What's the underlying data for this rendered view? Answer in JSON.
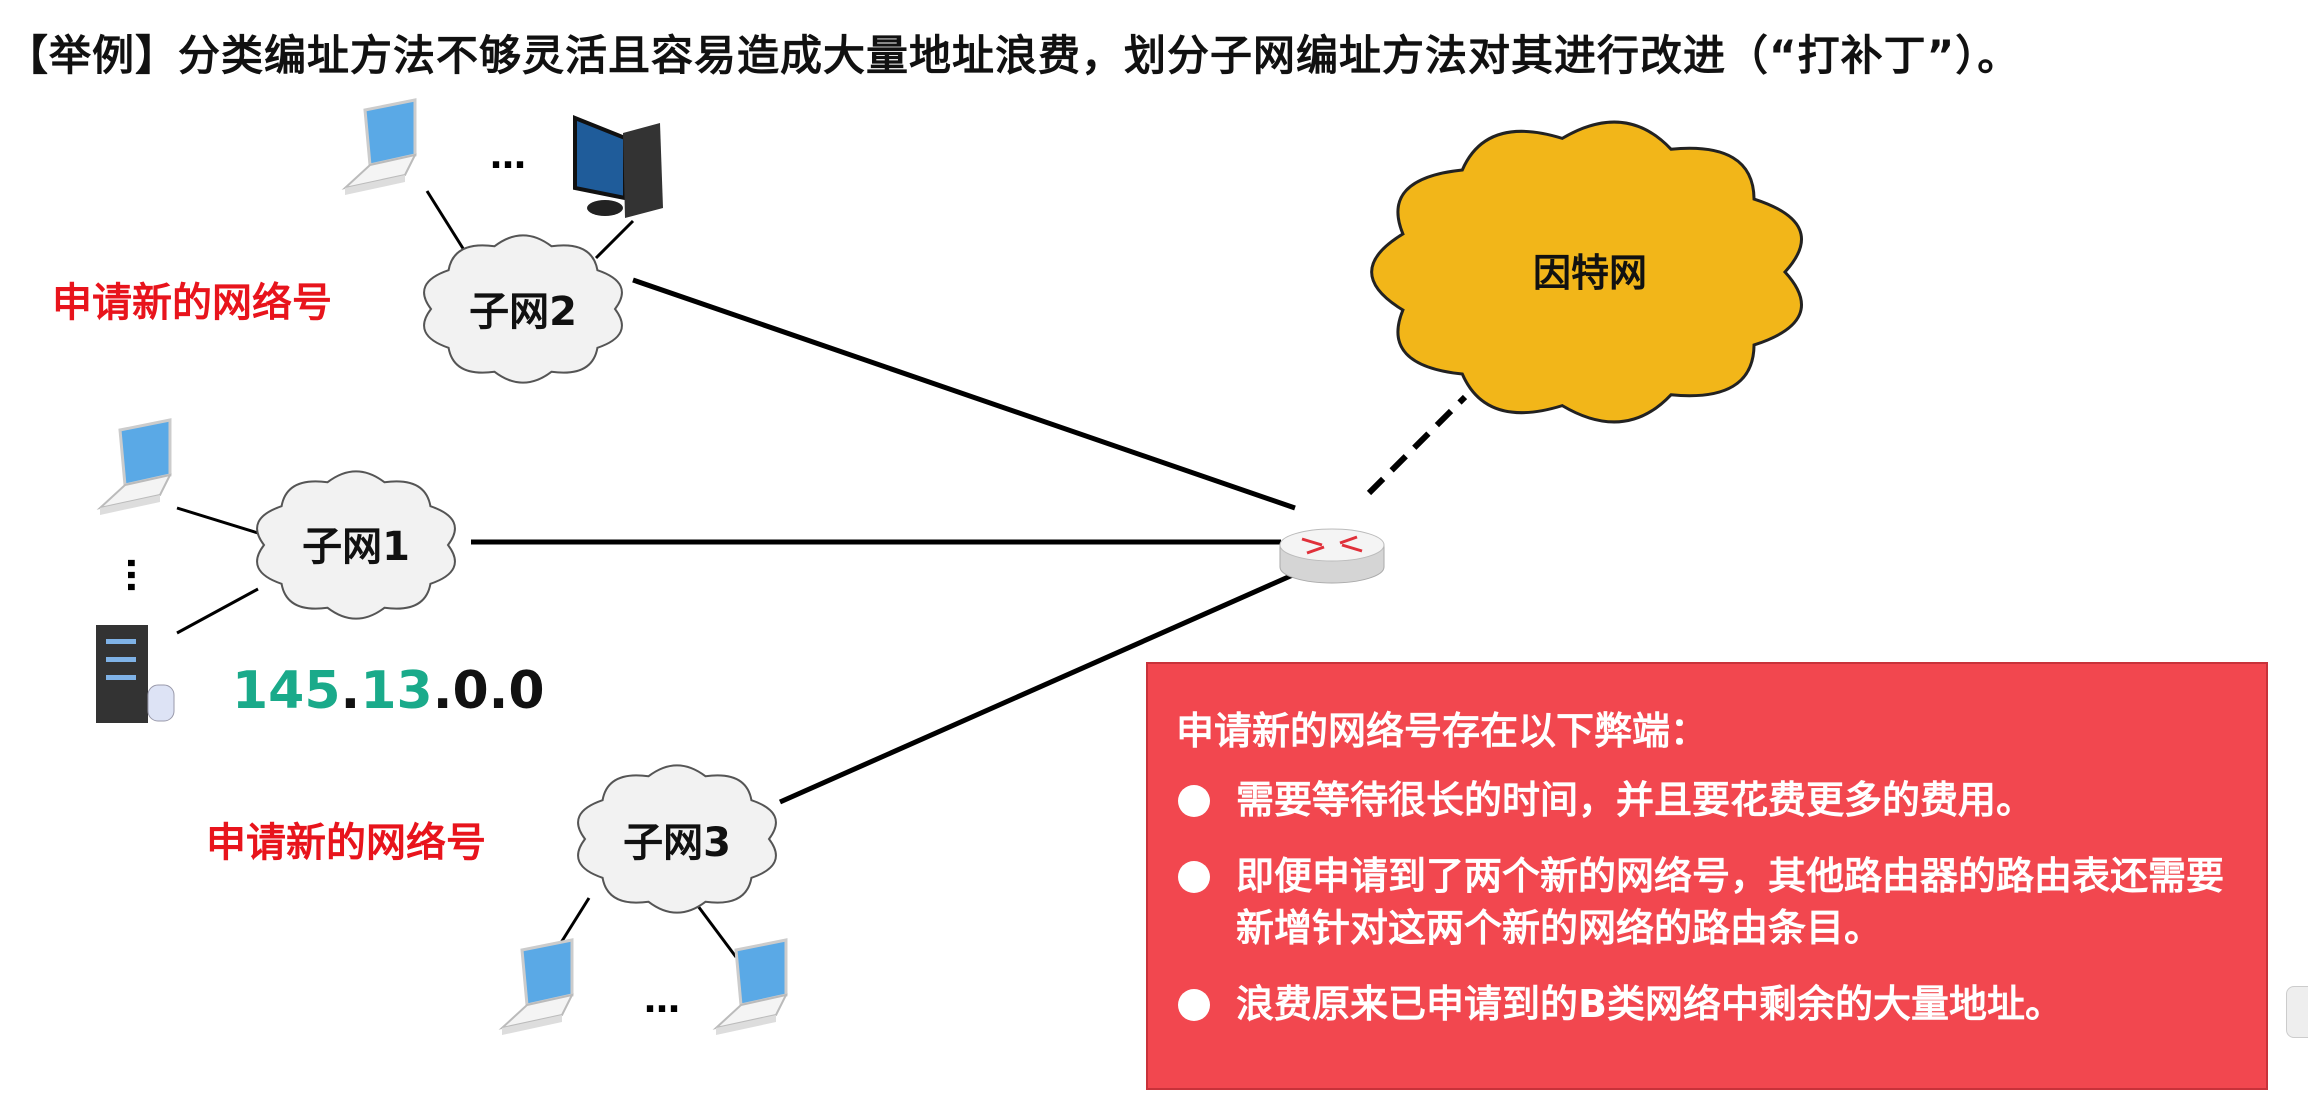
{
  "title": "【举例】分类编址方法不够灵活且容易造成大量地址浪费，划分子网编址方法对其进行改进（“打补丁”）。",
  "diagram": {
    "internet_label": "因特网",
    "subnets": [
      {
        "label": "子网1"
      },
      {
        "label": "子网2"
      },
      {
        "label": "子网3"
      }
    ],
    "ellipsis": "…",
    "address": {
      "net_part_1": "145",
      "dot1": ".",
      "net_part_2": "13",
      "host_part": ".0.0"
    },
    "apply_labels": [
      "申请新的网络号",
      "申请新的网络号"
    ],
    "colors": {
      "network_part": "#1aaa8a",
      "apply_label": "#e8141c",
      "internet_cloud": "#f2b619",
      "box": "#f2474f"
    }
  },
  "callout": {
    "heading": "申请新的网络号存在以下弊端：",
    "items": [
      "需要等待很长的时间，并且要花费更多的费用。",
      "即便申请到了两个新的网络号，其他路由器的路由表还需要新增针对这两个新的网络的路由条目。",
      "浪费原来已申请到的B类网络中剩余的大量地址。"
    ]
  }
}
